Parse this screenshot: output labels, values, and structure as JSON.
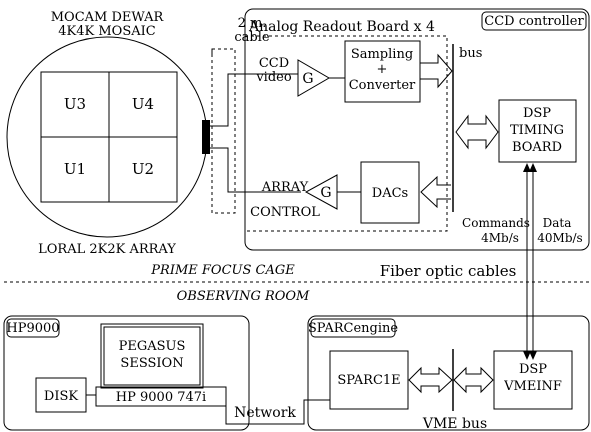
{
  "dewar": {
    "title_line1": "MOCAM DEWAR",
    "title_line2": "4K4K MOSAIC",
    "array_label": "LORAL 2K2K ARRAY",
    "quadrants": [
      "U3",
      "U4",
      "U1",
      "U2"
    ]
  },
  "cable": {
    "line1": "2 m.",
    "line2": "cable"
  },
  "ccd_controller": {
    "label": "CCD controller",
    "analog_board": "Analog Readout Board x 4",
    "ccd_video_line1": "CCD",
    "ccd_video_line2": "video",
    "gain": "G",
    "sampling_line1": "Sampling",
    "sampling_line2": "+",
    "sampling_line3": "Converter",
    "bus": "bus",
    "array_control_line1": "ARRAY",
    "array_control_line2": "CONTROL",
    "dacs": "DACs",
    "dsp_line1": "DSP",
    "dsp_line2": "TIMING",
    "dsp_line3": "BOARD",
    "commands_line1": "Commands",
    "commands_line2": "4Mb/s",
    "data_line1": "Data",
    "data_line2": "40Mb/s"
  },
  "zones": {
    "prime_focus": "PRIME FOCUS CAGE",
    "fiber": "Fiber optic cables",
    "observing_room": "OBSERVING ROOM"
  },
  "hp9000": {
    "label": "HP9000",
    "session_line1": "PEGASUS",
    "session_line2": "SESSION",
    "disk": "DISK",
    "model": "HP 9000 747i"
  },
  "network": "Network",
  "sparc": {
    "label": "SPARCengine",
    "cpu": "SPARC1E",
    "dsp_line1": "DSP",
    "dsp_line2": "VMEINF",
    "vme_bus": "VME bus"
  }
}
